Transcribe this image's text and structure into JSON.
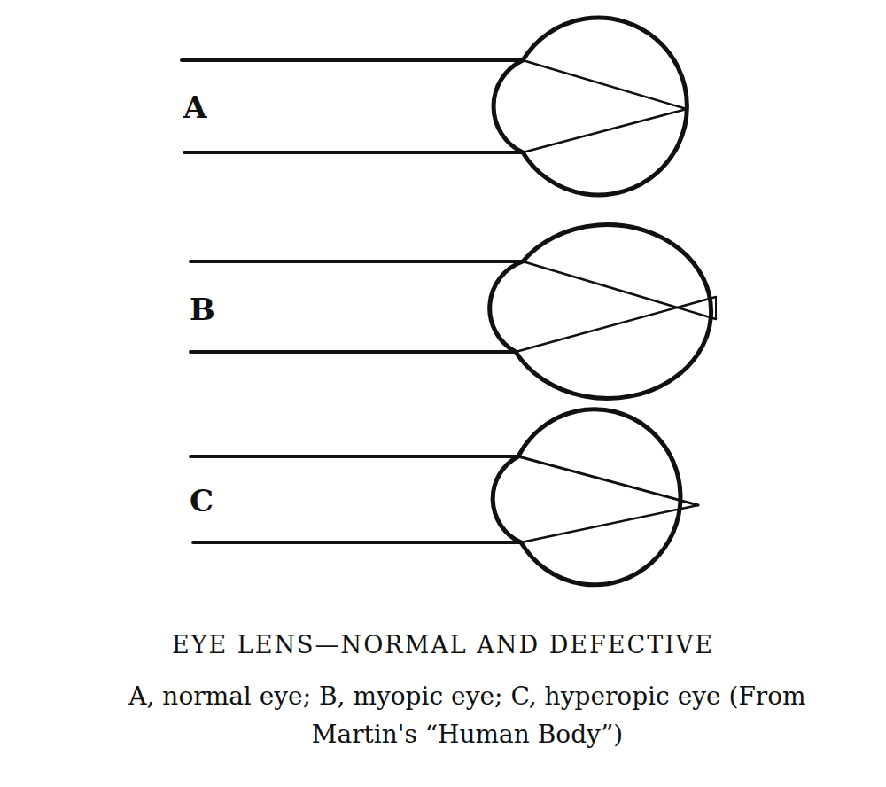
{
  "diagram": {
    "title": "EYE LENS—NORMAL AND DEFECTIVE",
    "caption": "A, normal eye; B, myopic eye; C, hyperopic eye (From Martin's “Human Body”)",
    "labels": [
      "A",
      "B",
      "C"
    ]
  }
}
